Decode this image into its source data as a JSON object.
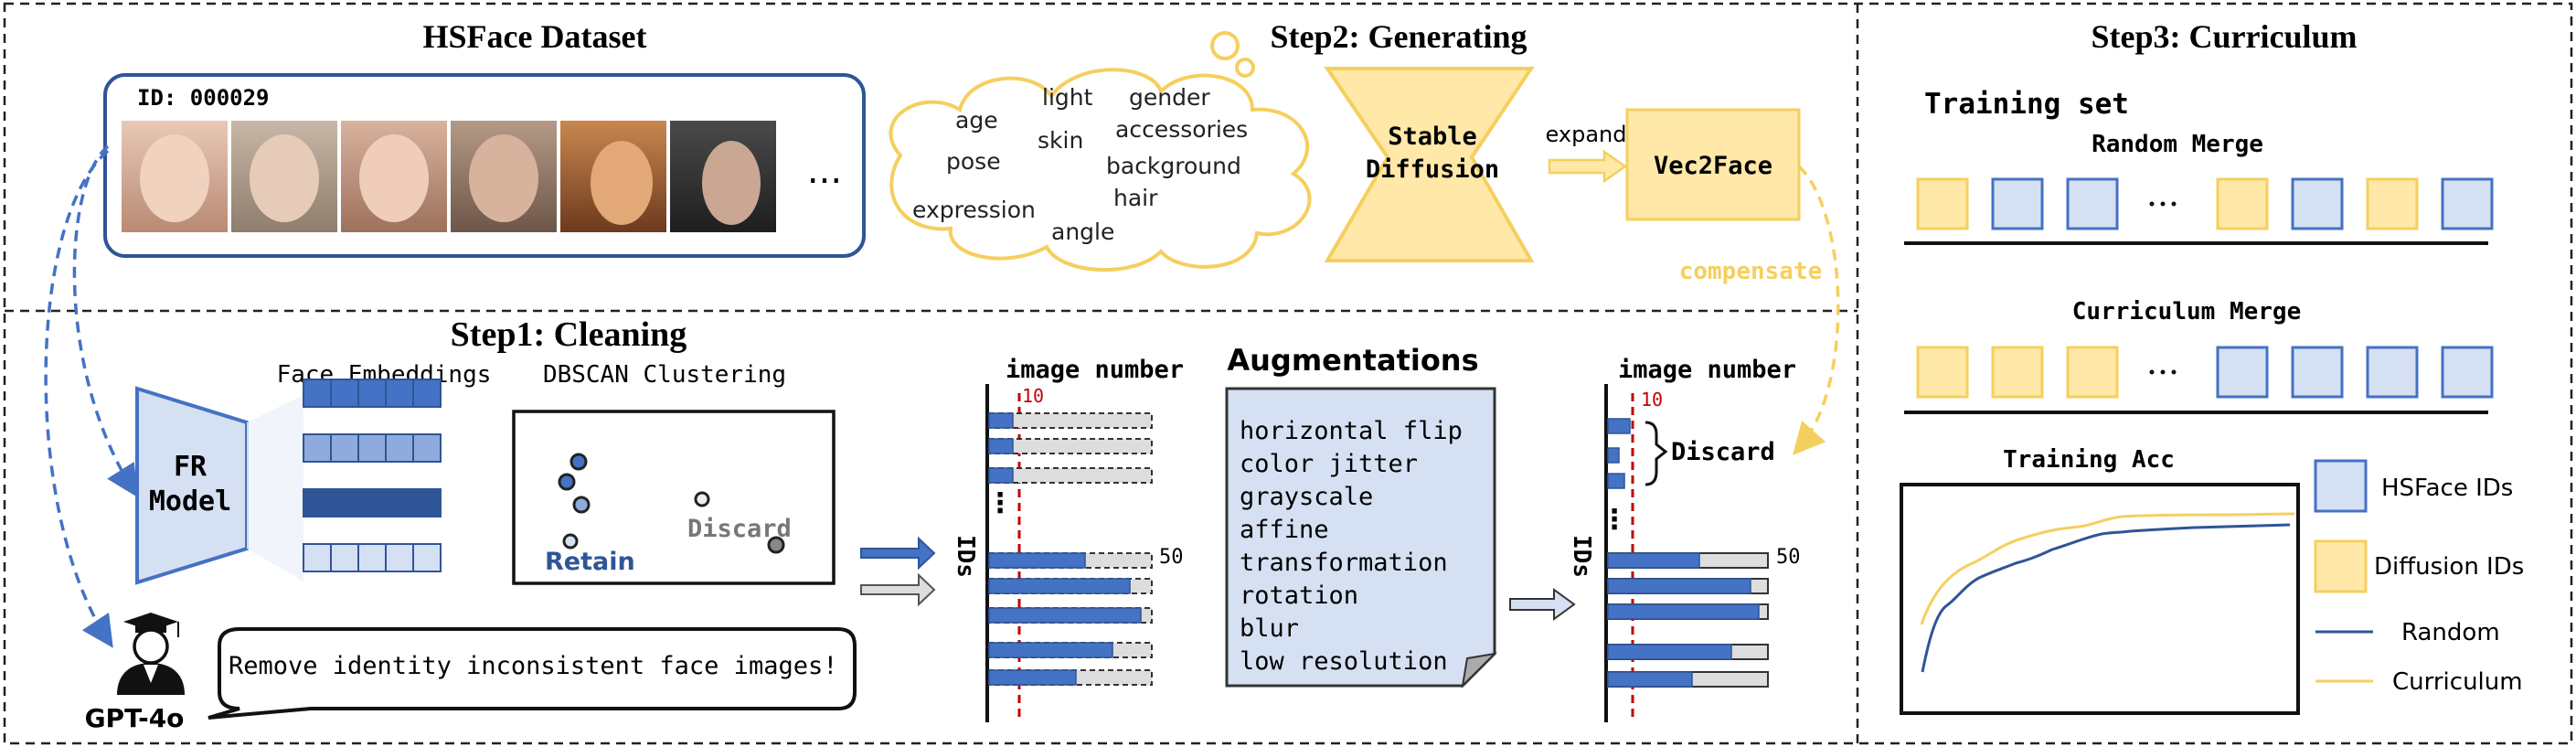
{
  "dataset": {
    "title": "HSFace Dataset",
    "id_label": "ID: 000029",
    "ellipsis": "..."
  },
  "step2": {
    "title": "Step2: Generating",
    "attributes": [
      "age",
      "light",
      "gender",
      "skin",
      "accessories",
      "pose",
      "background",
      "hair",
      "expression",
      "angle"
    ],
    "model": "Stable Diffusion",
    "model_line1": "Stable",
    "model_line2": "Diffusion",
    "expand": "expand",
    "vec2face": "Vec2Face",
    "compensate": "compensate"
  },
  "step1": {
    "title": "Step1: Cleaning",
    "embeddings_label": "Face Embeddings",
    "clustering_label": "DBSCAN Clustering",
    "fr_line1": "FR",
    "fr_line2": "Model",
    "retain": "Retain",
    "discard": "Discard",
    "gpt": "GPT-4o",
    "prompt": "Remove identity inconsistent face images!",
    "chart_title": "image number",
    "y_axis": "IDs",
    "threshold": "10",
    "max_tick": "50",
    "vdots": "⋮",
    "augmentations_title": "Augmentations",
    "augmentations": [
      "horizontal flip",
      "color jitter",
      "grayscale",
      "affine",
      "transformation",
      "rotation",
      "blur",
      "low resolution"
    ],
    "discard_brace": "Discard"
  },
  "step3": {
    "title": "Step3: Curriculum",
    "training_set": "Training set",
    "random_merge": "Random Merge",
    "curriculum_merge": "Curriculum Merge",
    "dots": "···",
    "training_acc": "Training Acc",
    "legend": [
      "HSFace IDs",
      "Diffusion IDs",
      "Random",
      "Curriculum"
    ]
  },
  "colors": {
    "blue": "#4472C4",
    "light_blue": "#D6E0F3",
    "yellow": "#FFE8A8",
    "yellow_border": "#F5CF5E",
    "red": "#C00000"
  }
}
